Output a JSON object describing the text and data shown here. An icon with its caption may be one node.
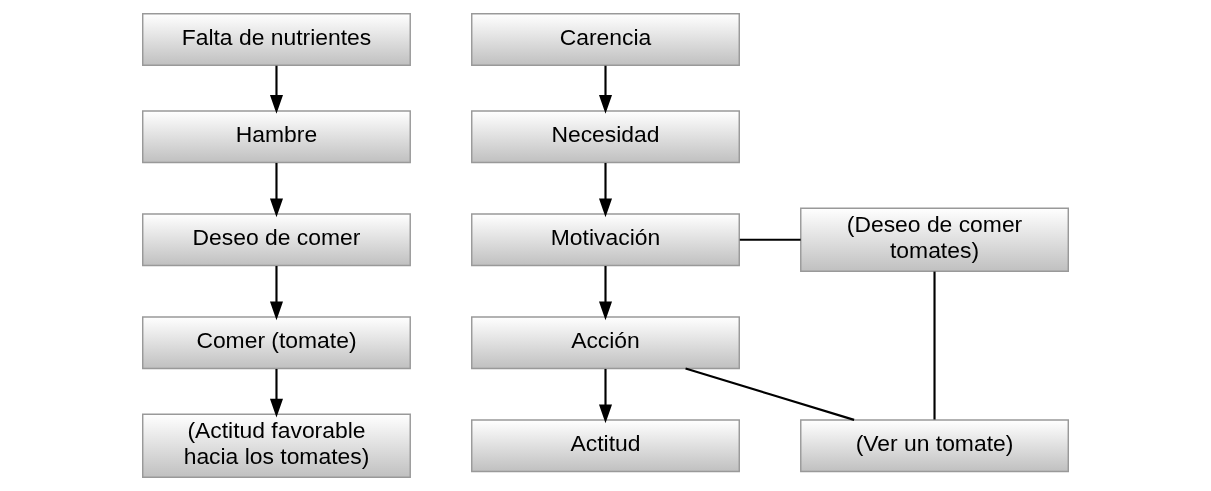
{
  "diagram": {
    "nodes": [
      {
        "text": [
          "Falta de nutrientes"
        ]
      },
      {
        "text": [
          "Hambre"
        ]
      },
      {
        "text": [
          "Deseo de comer"
        ]
      },
      {
        "text": [
          "Comer (tomate)"
        ]
      },
      {
        "text": [
          "(Actitud favorable hacia los tomates)"
        ]
      },
      {
        "text": [
          "Carencia"
        ]
      },
      {
        "text": [
          "Necesidad"
        ]
      },
      {
        "text": [
          "Motivación"
        ]
      },
      {
        "text": [
          "Acción"
        ]
      },
      {
        "text": [
          "Actitud"
        ]
      },
      {
        "text": [
          "(Deseo de comer tomates)"
        ]
      },
      {
        "text": [
          "(Ver un tomate)"
        ]
      }
    ],
    "edges": [
      {
        "from": 0,
        "to": 1,
        "arrow": "to"
      },
      {
        "from": 1,
        "to": 2,
        "arrow": "to"
      },
      {
        "from": 2,
        "to": 3,
        "arrow": "to"
      },
      {
        "from": 3,
        "to": 4,
        "arrow": "to"
      },
      {
        "from": 5,
        "to": 6,
        "arrow": "to"
      },
      {
        "from": 6,
        "to": 7,
        "arrow": "to"
      },
      {
        "from": 7,
        "to": 8,
        "arrow": "to"
      },
      {
        "from": 8,
        "to": 9,
        "arrow": "to"
      },
      {
        "from": 7,
        "to": 10,
        "arrow": "none"
      },
      {
        "from": 10,
        "to": 11,
        "arrow": "none"
      },
      {
        "from": 8,
        "to": 11,
        "arrow": "none"
      }
    ]
  }
}
